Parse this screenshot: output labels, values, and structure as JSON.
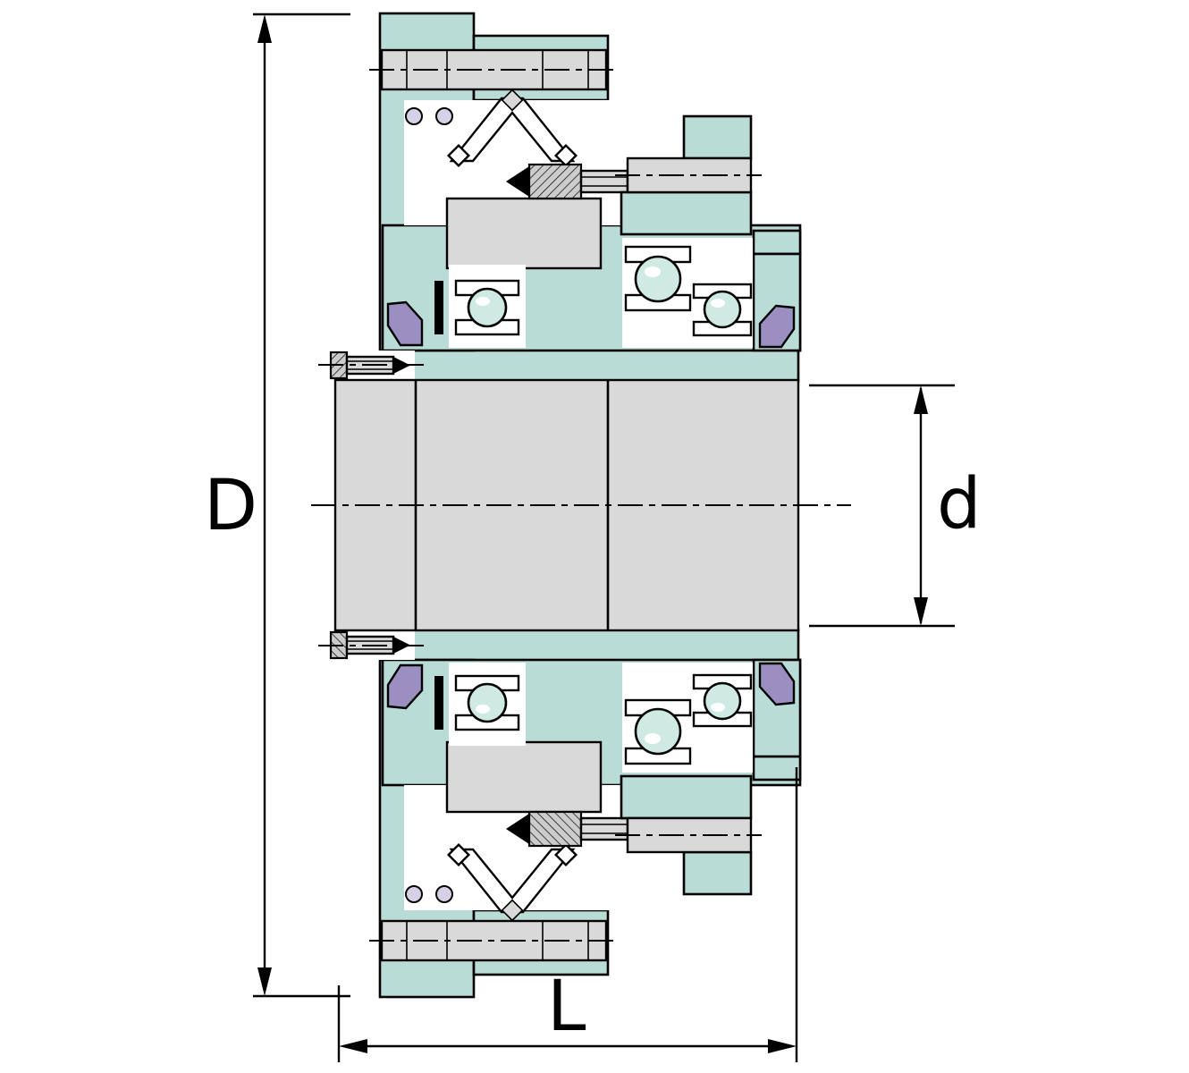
{
  "drawing": {
    "type": "technical-cross-section",
    "subject": "bearing unit cross-section with dimension callouts",
    "labels": {
      "outer_diameter": "D",
      "bore_diameter": "d",
      "length": "L"
    },
    "colors": {
      "housing": "#b9dcd6",
      "shaft": "#d9d9d9",
      "seal": "#9a8fc0",
      "ball": "#cfe9e3",
      "outline": "#000000",
      "background": "#ffffff"
    }
  }
}
